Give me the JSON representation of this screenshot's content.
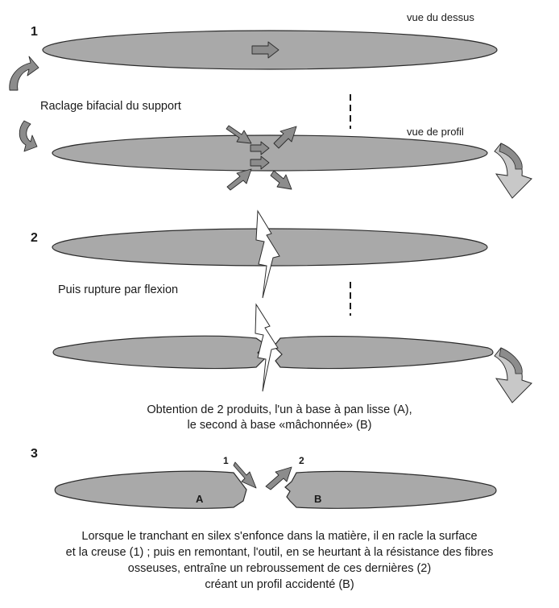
{
  "steps": {
    "s1": "1",
    "s2": "2",
    "s3": "3"
  },
  "labels": {
    "top_view": "vue du dessus",
    "side_view": "vue de profil",
    "scraping": "Raclage bifacial du support",
    "rupture": "Puis rupture par flexion",
    "result_line1": "Obtention de 2 produits, l'un à base à pan lisse (A),",
    "result_line2": "le second à base «mâchonnée» (B)",
    "piece_a": "A",
    "piece_b": "B",
    "arrow_1": "1",
    "arrow_2": "2"
  },
  "caption": {
    "line1": "Lorsque le tranchant en silex s'enfonce dans la matière, il en racle la surface",
    "line2": "et la creuse (1) ; puis en remontant, l'outil, en se heurtant à la résistance des fibres",
    "line3": "osseuses, entraîne un rebroussement de ces dernières (2)",
    "line4": "créant un profil accidenté (B)"
  },
  "colors": {
    "shape_fill": "#a9a9a9",
    "arrow_fill": "#8c8c8c",
    "rotate_arrow_light": "#c8c8c8",
    "outline": "#2b2b2b"
  }
}
